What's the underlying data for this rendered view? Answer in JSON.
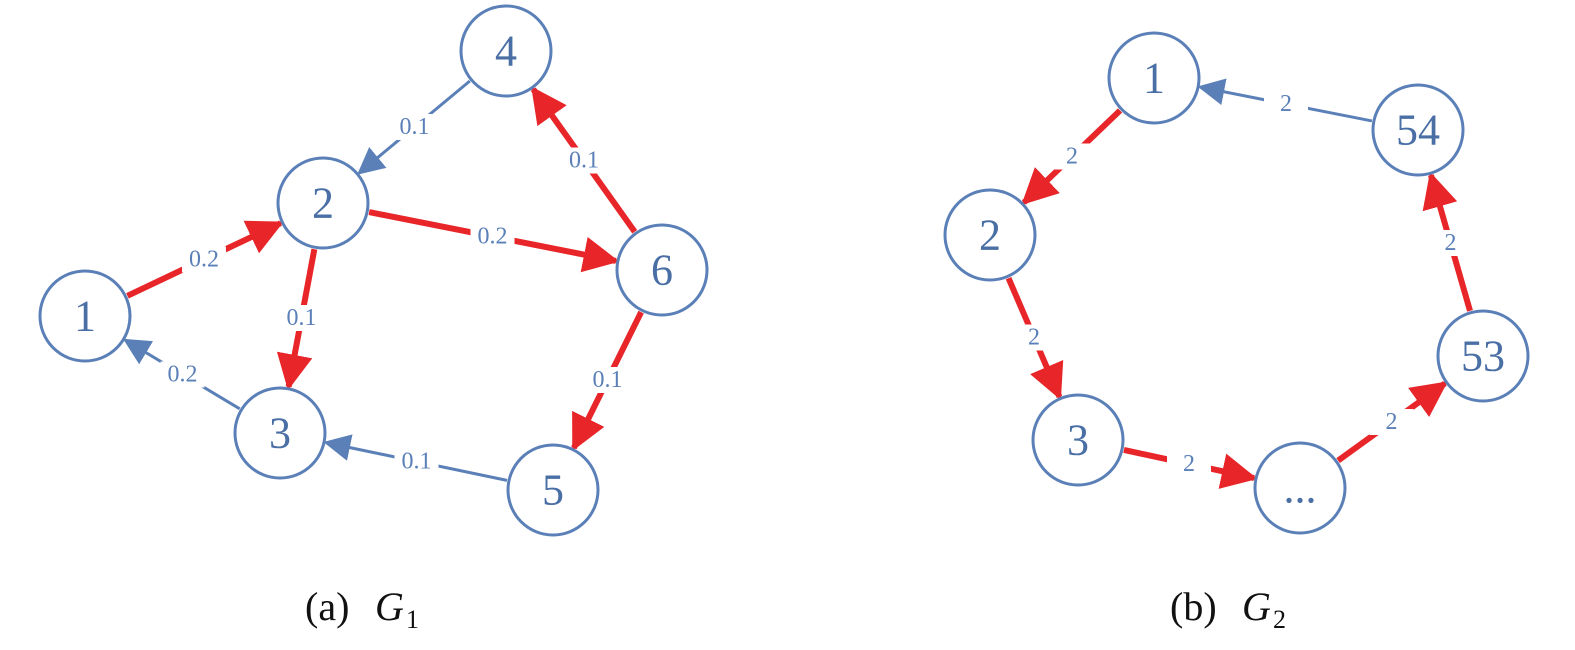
{
  "colors": {
    "node_stroke": "#5b80b8",
    "node_text": "#4a6fa5",
    "edge_normal": "#5b80b8",
    "edge_highlight": "#e8262a",
    "label_text": "#5b80b8"
  },
  "graphs": [
    {
      "id": "g1",
      "caption": {
        "prefix": "(a)",
        "symbol": "G",
        "subscript": "1"
      },
      "nodes": [
        {
          "id": "1",
          "label": "1"
        },
        {
          "id": "2",
          "label": "2"
        },
        {
          "id": "3",
          "label": "3"
        },
        {
          "id": "4",
          "label": "4"
        },
        {
          "id": "5",
          "label": "5"
        },
        {
          "id": "6",
          "label": "6"
        }
      ],
      "edges": [
        {
          "from": "1",
          "to": "2",
          "weight": "0.2",
          "highlight": true
        },
        {
          "from": "2",
          "to": "6",
          "weight": "0.2",
          "highlight": true
        },
        {
          "from": "2",
          "to": "3",
          "weight": "0.1",
          "highlight": true
        },
        {
          "from": "6",
          "to": "4",
          "weight": "0.1",
          "highlight": true
        },
        {
          "from": "6",
          "to": "5",
          "weight": "0.1",
          "highlight": true
        },
        {
          "from": "4",
          "to": "2",
          "weight": "0.1",
          "highlight": false
        },
        {
          "from": "5",
          "to": "3",
          "weight": "0.1",
          "highlight": false
        },
        {
          "from": "3",
          "to": "1",
          "weight": "0.2",
          "highlight": false
        }
      ]
    },
    {
      "id": "g2",
      "caption": {
        "prefix": "(b)",
        "symbol": "G",
        "subscript": "2"
      },
      "nodes": [
        {
          "id": "1",
          "label": "1"
        },
        {
          "id": "2",
          "label": "2"
        },
        {
          "id": "3",
          "label": "3"
        },
        {
          "id": "dots",
          "label": "..."
        },
        {
          "id": "53",
          "label": "53"
        },
        {
          "id": "54",
          "label": "54"
        }
      ],
      "edges": [
        {
          "from": "1",
          "to": "2",
          "weight": "2",
          "highlight": true
        },
        {
          "from": "2",
          "to": "3",
          "weight": "2",
          "highlight": true
        },
        {
          "from": "3",
          "to": "dots",
          "weight": "2",
          "highlight": true
        },
        {
          "from": "dots",
          "to": "53",
          "weight": "2",
          "highlight": true
        },
        {
          "from": "53",
          "to": "54",
          "weight": "2",
          "highlight": true
        },
        {
          "from": "54",
          "to": "1",
          "weight": "2",
          "highlight": false
        }
      ]
    }
  ]
}
